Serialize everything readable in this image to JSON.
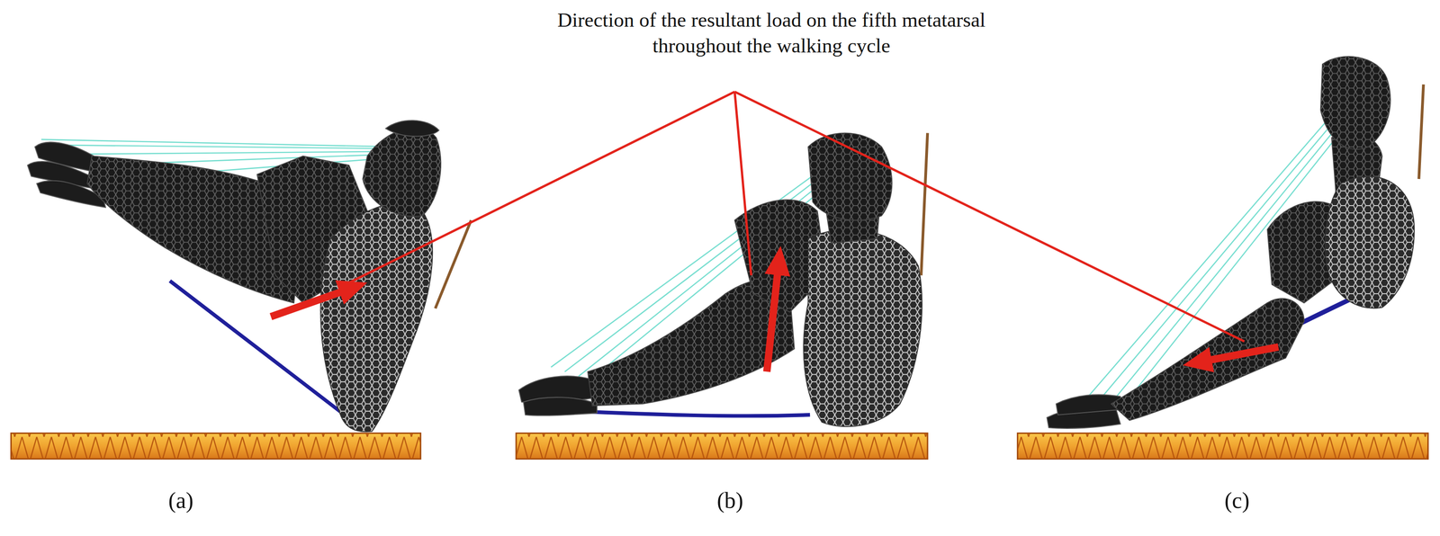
{
  "diagram": {
    "labels": [
      "Direction of the resultant load on the fifth metatarsal throughout the walking cycle",
      "(a)",
      "(b)",
      "(c)"
    ]
  }
}
